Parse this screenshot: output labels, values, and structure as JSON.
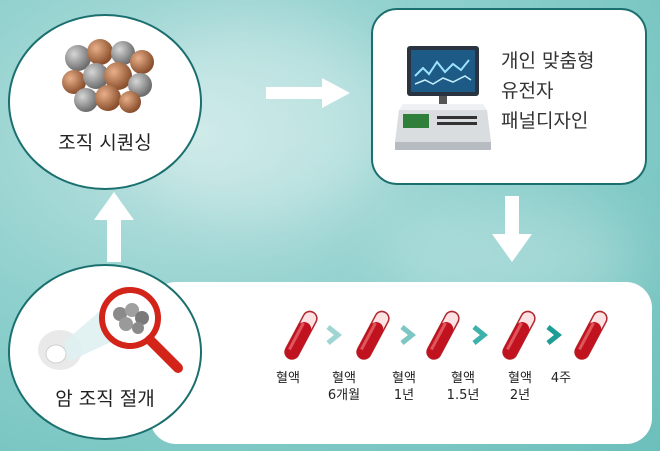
{
  "steps": {
    "biopsy": {
      "label": "암 조직 절개"
    },
    "sequencing": {
      "label": "조직 시퀀싱"
    },
    "panel_design": {
      "lines": [
        "개인 맞춤형",
        "유전자",
        "패널디자인"
      ]
    }
  },
  "timeline": [
    {
      "line1": "혈액",
      "line2": ""
    },
    {
      "line1": "혈액",
      "line2": "6개월"
    },
    {
      "line1": "혈액",
      "line2": "1년"
    },
    {
      "line1": "혈액",
      "line2": "1.5년"
    },
    {
      "line1": "혈액",
      "line2": "2년"
    },
    {
      "line1": "4주",
      "line2": ""
    }
  ],
  "colors": {
    "accent": "#1b6f6e",
    "blood": "#c1121f",
    "arrow": "#ffffff",
    "chevron_light": "#9fd6d3",
    "chevron_dark": "#1e9d97"
  }
}
